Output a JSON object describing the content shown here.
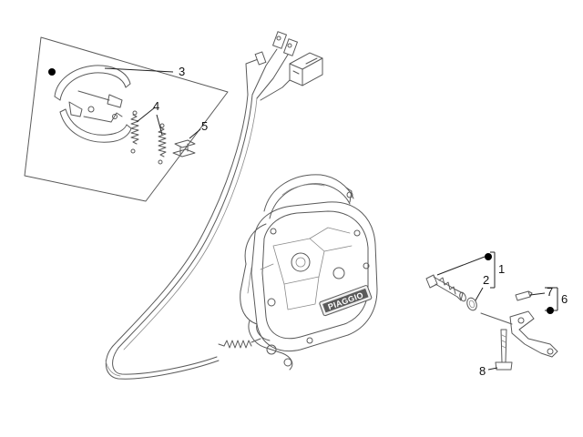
{
  "callouts": {
    "c1": "1",
    "c2": "2",
    "c3": "3",
    "c4": "4",
    "c5": "5",
    "c6": "6",
    "c7": "7",
    "c8": "8"
  },
  "brand_text": "PIAGGIO",
  "colors": {
    "line": "#5a5a5a",
    "light_line": "#8a8a8a",
    "dot": "#000000",
    "background": "#ffffff"
  }
}
